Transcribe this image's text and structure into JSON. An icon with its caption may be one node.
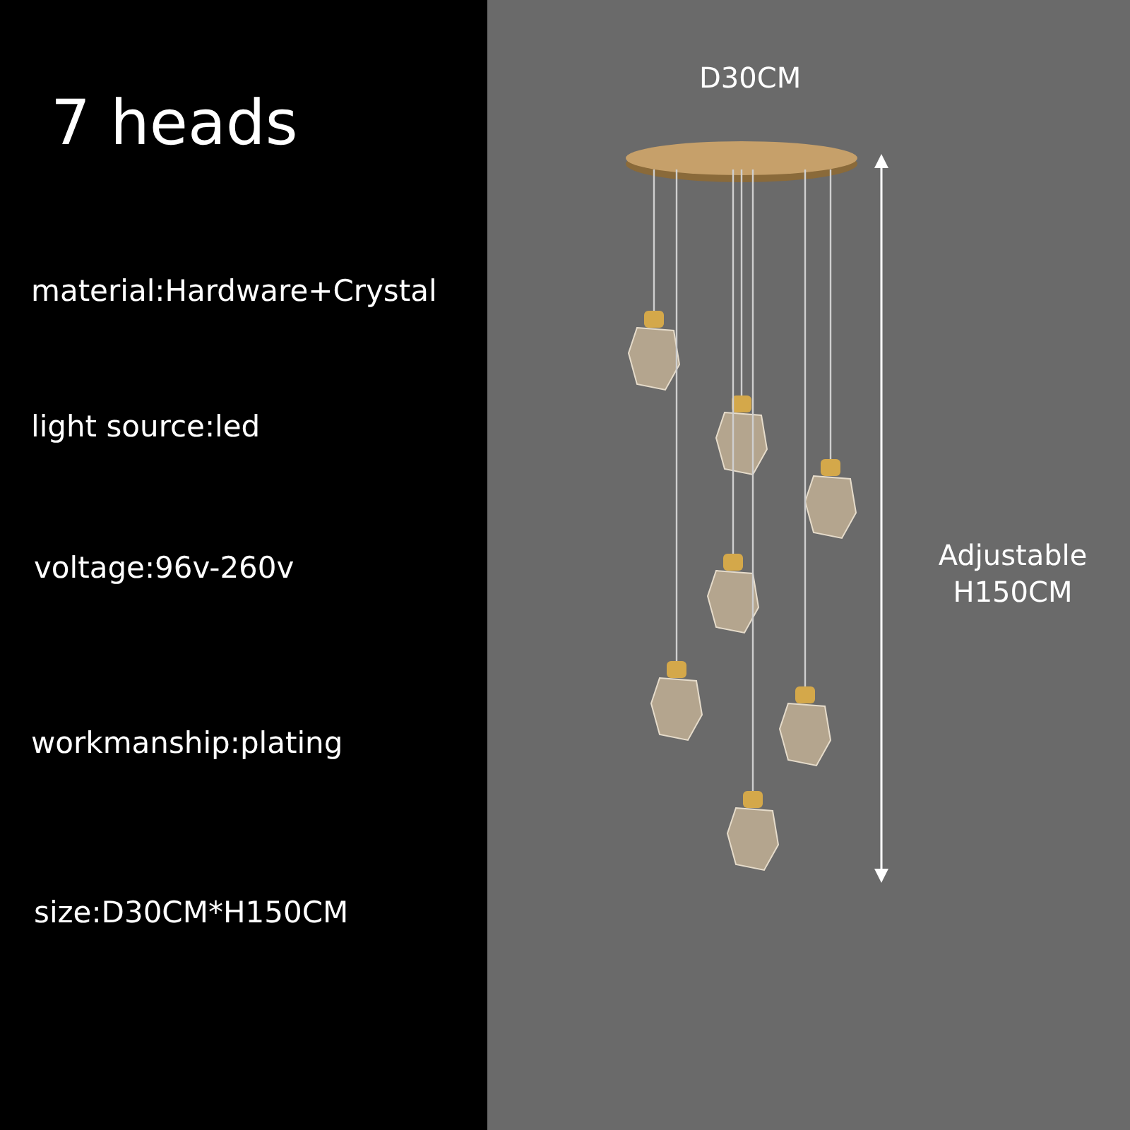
{
  "diagram": {
    "title": "7 heads",
    "labels": [
      "material:Hardware+Crystal",
      "light source:led",
      "voltage:96v-260v",
      "workmanship:plating",
      "size:D30CM*H150CM",
      "D30CM",
      "Adjustable H150CM"
    ]
  }
}
